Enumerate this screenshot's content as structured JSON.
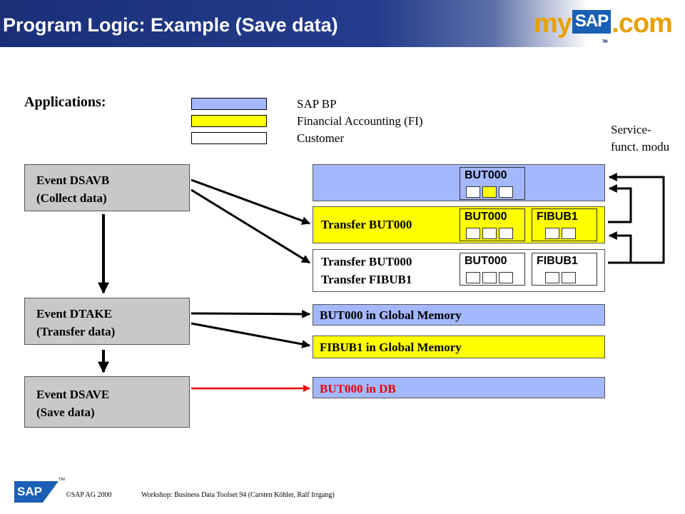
{
  "header": {
    "title": "Program Logic: Example (Save data)"
  },
  "logo": {
    "my": "my",
    "sap": "SAP",
    "dotcom": ".com",
    "tm": "TM"
  },
  "applications": {
    "label": "Applications",
    "colon": ":",
    "legend": [
      {
        "label": "SAP BP",
        "color": "#a4b8ff"
      },
      {
        "label": "Financial Accounting (FI)",
        "color": "#ffff00"
      },
      {
        "label": "Customer",
        "color": "#ffffff"
      }
    ]
  },
  "service_label": {
    "line1": "Service-",
    "line2": "funct. modu"
  },
  "events": [
    {
      "line1": "Event DSAVB",
      "line2": "(Collect data)"
    },
    {
      "line1": "Event DTAKE",
      "line2": "(Transfer data)"
    },
    {
      "line1": "Event DSAVE",
      "line2": "(Save data)"
    }
  ],
  "modules": {
    "bp": {
      "table": "BUT000"
    },
    "fi": {
      "text": "Transfer BUT000",
      "table1": "BUT000",
      "table2": "FIBUB1"
    },
    "customer": {
      "line1": "Transfer BUT000",
      "line2": "Transfer FIBUB1",
      "table1": "BUT000",
      "table2": "FIBUB1"
    }
  },
  "results": {
    "but000_memory": "BUT000 in Global Memory",
    "fibub1_memory": "FIBUB1 in Global Memory",
    "but000_db": "BUT000 in DB"
  },
  "colors": {
    "bp_blue": "#a4b8ff",
    "fi_yellow": "#ffff00",
    "event_gray": "#c8c8c8",
    "title_navy": "#1a2f78",
    "db_red": "#ee0000"
  },
  "footer": {
    "sap_logo": "SAP",
    "copyright": "©SAP AG 2000",
    "workshop": "Workshop: Business Data Toolset 94 (Carsten Köhler, Ralf Irrgang)",
    "tm": "TM"
  }
}
